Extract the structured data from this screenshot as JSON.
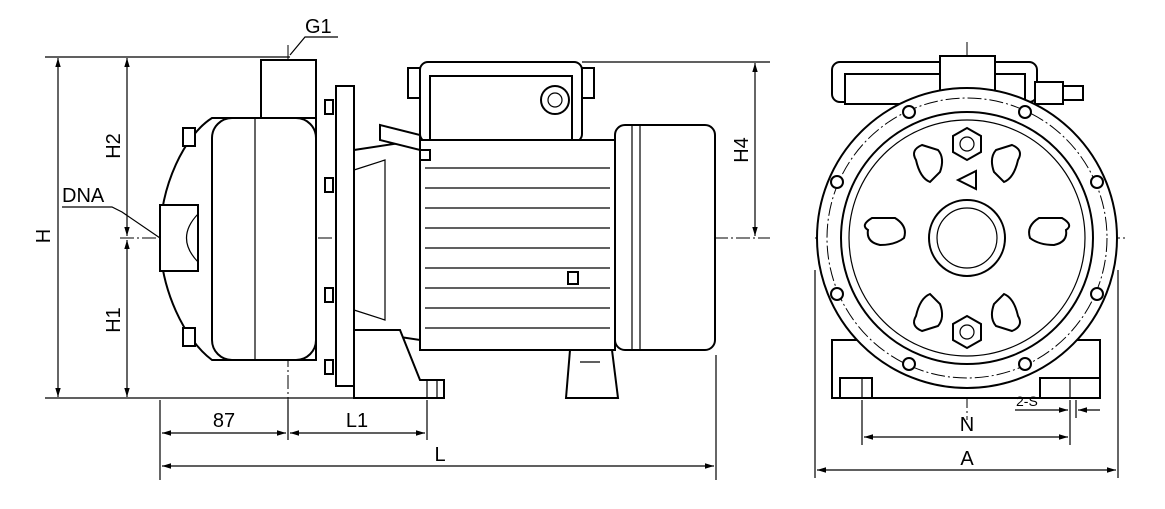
{
  "labels": {
    "g1": "G1",
    "h": "H",
    "h2": "H2",
    "h1": "H1",
    "dna": "DNA",
    "h4": "H4",
    "dim87": "87",
    "l1": "L1",
    "l": "L",
    "n": "N",
    "a": "A",
    "s2": "2-S"
  },
  "colors": {
    "line": "#000000",
    "background": "#ffffff"
  }
}
